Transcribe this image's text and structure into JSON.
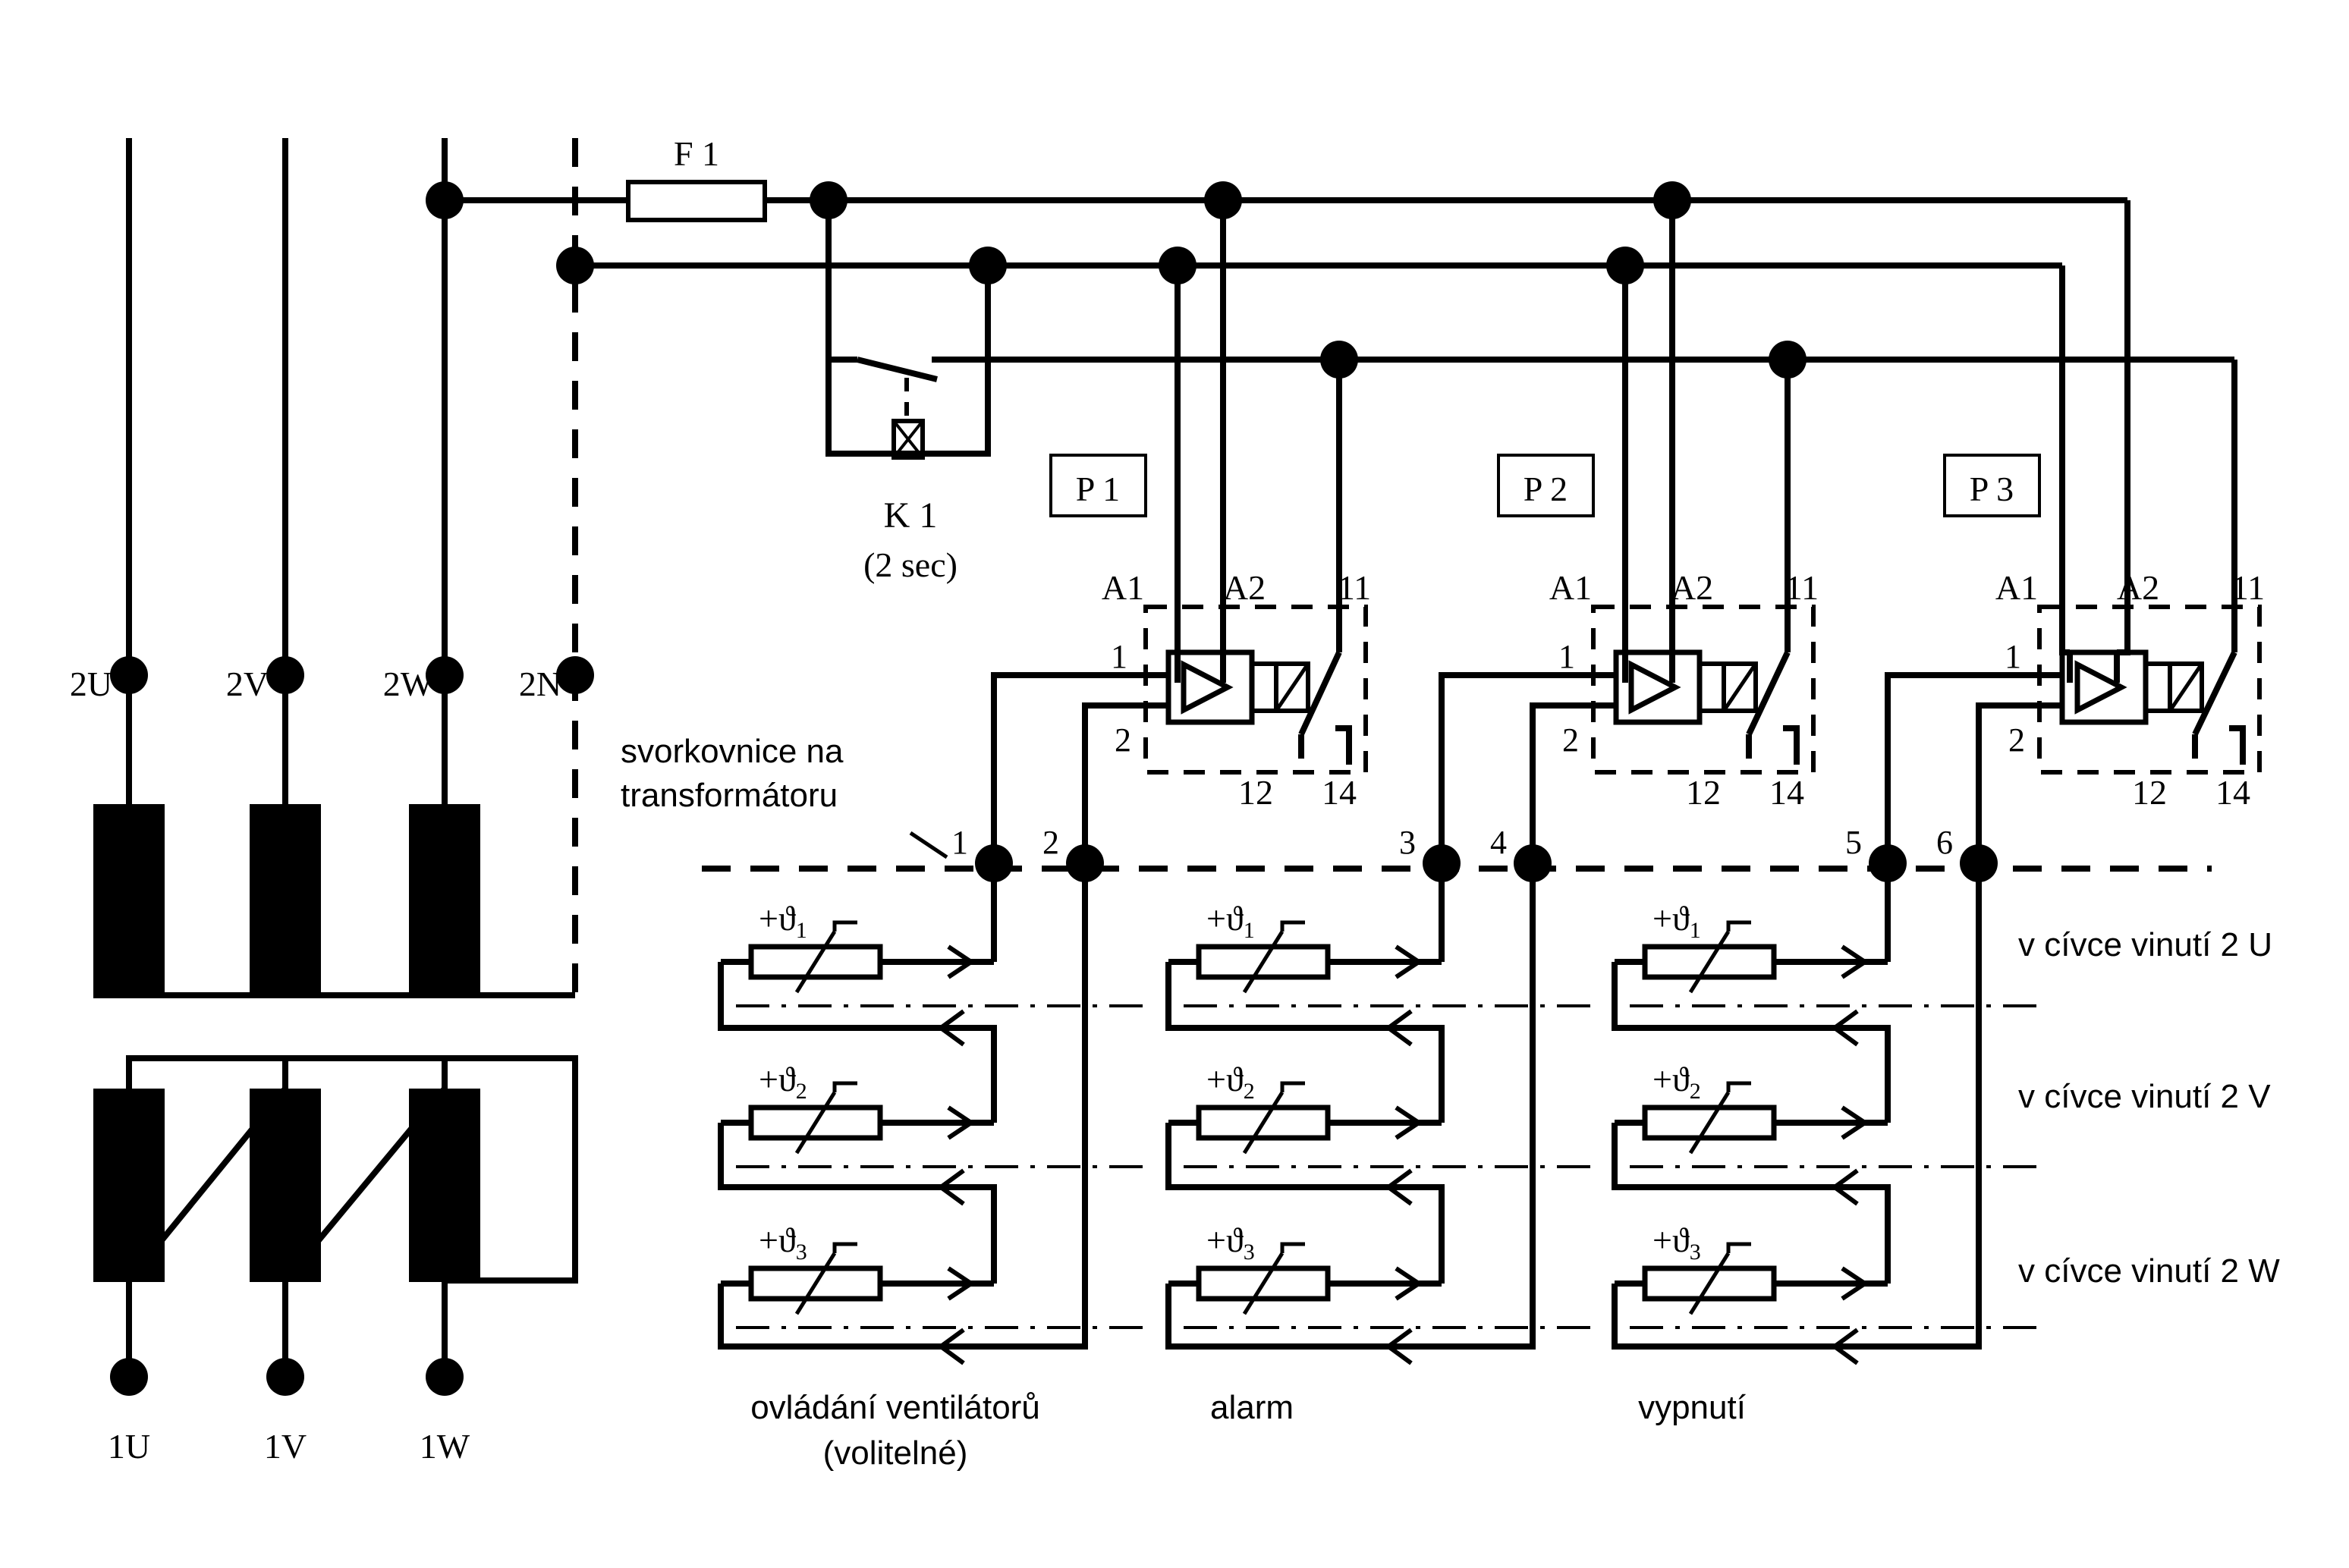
{
  "terminals_top": [
    "2U",
    "2V",
    "2W",
    "2N"
  ],
  "terminals_bottom": [
    "1U",
    "1V",
    "1W"
  ],
  "fuse": "F 1",
  "relay": {
    "name": "K 1",
    "delay": "(2 sec)"
  },
  "units": [
    {
      "id": "P 1",
      "a1": "A1",
      "a2": "A2",
      "c11": "11",
      "c12": "12",
      "c14": "14",
      "in1": "1",
      "in2": "2",
      "term_a": "1",
      "term_b": "2",
      "caption": [
        "ovládání ventilátorů",
        "(volitelné)"
      ]
    },
    {
      "id": "P 2",
      "a1": "A1",
      "a2": "A2",
      "c11": "11",
      "c12": "12",
      "c14": "14",
      "in1": "1",
      "in2": "2",
      "term_a": "3",
      "term_b": "4",
      "caption": [
        "alarm"
      ]
    },
    {
      "id": "P 3",
      "a1": "A1",
      "a2": "A2",
      "c11": "11",
      "c12": "12",
      "c14": "14",
      "in1": "1",
      "in2": "2",
      "term_a": "5",
      "term_b": "6",
      "caption": [
        "vypnutí"
      ]
    }
  ],
  "terminal_strip_label": [
    "svorkovnice na",
    "transformátoru"
  ],
  "sensor_prefix": "+ϑ",
  "sensor_indices": [
    "1",
    "2",
    "3"
  ],
  "winding_labels": [
    "v cívce vinutí 2 U",
    "v cívce vinutí 2 V",
    "v cívce vinutí 2 W"
  ],
  "colors": {
    "ink": "#000000",
    "paper": "#ffffff"
  }
}
